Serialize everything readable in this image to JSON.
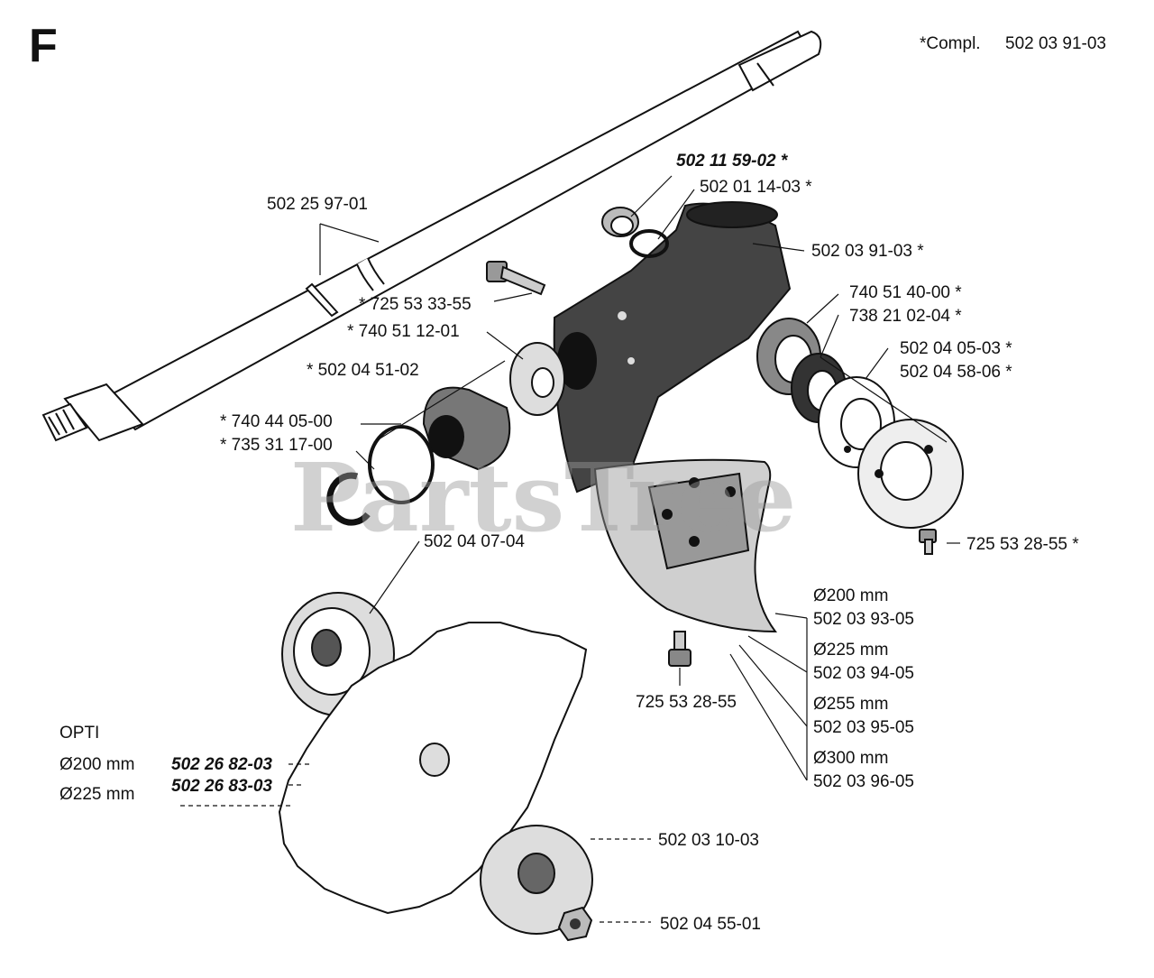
{
  "section_letter": "F",
  "compl_label": "*Compl.",
  "compl_number": "502 03 91-03",
  "watermark": "PartsTree",
  "labels": {
    "gearhead_nut": "502 11 59-02 *",
    "gearhead_oring": "502 01 14-03 *",
    "tube": "502 25 97-01",
    "housing": "502 03 91-03 *",
    "screw_725_53_33": "* 725 53 33-55",
    "bearing_740_51_40": "740 51 40-00 *",
    "bearing_738_21_02": "738 21 02-04 *",
    "bearing_740_51_12": "* 740 51 12-01",
    "washer_502_04_05": "502 04 05-03 *",
    "flange_502_04_58": "502 04 58-06 *",
    "sleeve_502_04_51": "* 502 04 51-02",
    "oring_740_44_05": "* 740 44 05-00",
    "circlip_735_31_17": "* 735 31 17-00",
    "screw_725_53_28_right": "725 53 28-55 *",
    "drive_disc": "502 04 07-04",
    "guard_200": "Ø200 mm",
    "guard_200_no": "502 03 93-05",
    "guard_225": "Ø225 mm",
    "guard_225_no": "502 03 94-05",
    "guard_255": "Ø255 mm",
    "guard_255_no": "502 03 95-05",
    "guard_300": "Ø300 mm",
    "guard_300_no": "502 03 96-05",
    "screw_725_53_28_left": "725 53 28-55",
    "opti": "OPTI",
    "opti_200": "Ø200 mm",
    "opti_200_no": "502 26 82-03",
    "opti_225": "Ø225 mm",
    "opti_225_no": "502 26 83-03",
    "support_cup": "502 03 10-03",
    "nut": "502 04 55-01"
  }
}
